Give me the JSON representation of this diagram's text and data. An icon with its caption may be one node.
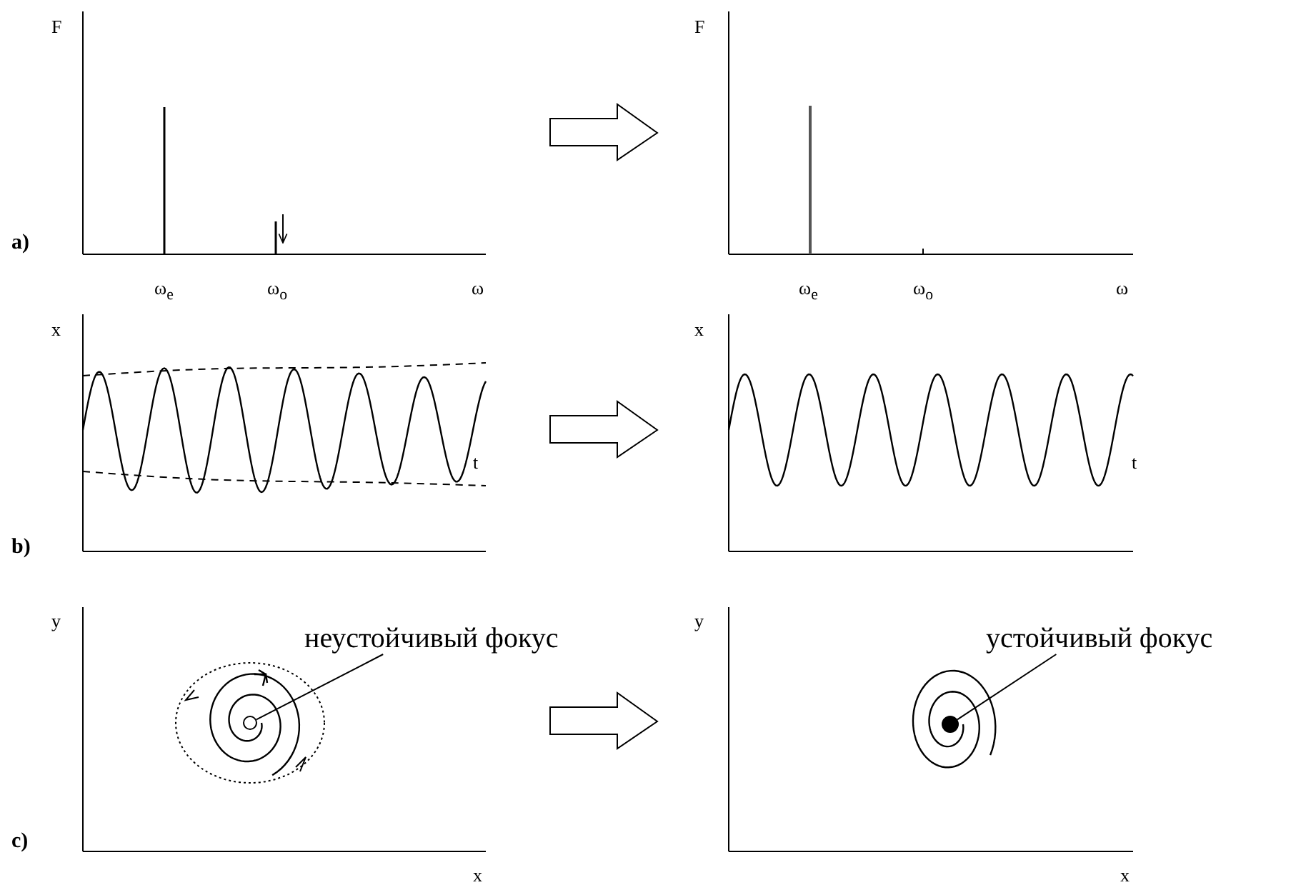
{
  "diagram": {
    "nodes": [
      {
        "text": [
          "неустойчивый фокус"
        ]
      },
      {
        "text": [],
        "shape": "circle"
      },
      {
        "text": [
          "устойчивый фокус"
        ]
      },
      {
        "text": [],
        "shape": "circle"
      }
    ],
    "edges": [
      {
        "from": 0,
        "to": 1,
        "arrow": "none"
      },
      {
        "from": 2,
        "to": 3,
        "arrow": "none"
      }
    ],
    "labels": [
      "F",
      "F",
      "a)",
      "ω$_{e}$",
      "ω$_{o}$",
      "ω",
      "ω$_{e}$",
      "ω$_{o}$",
      "ω",
      "x",
      "x",
      "t",
      "t",
      "b)",
      "y",
      "y",
      "c)",
      "x",
      "x"
    ]
  }
}
